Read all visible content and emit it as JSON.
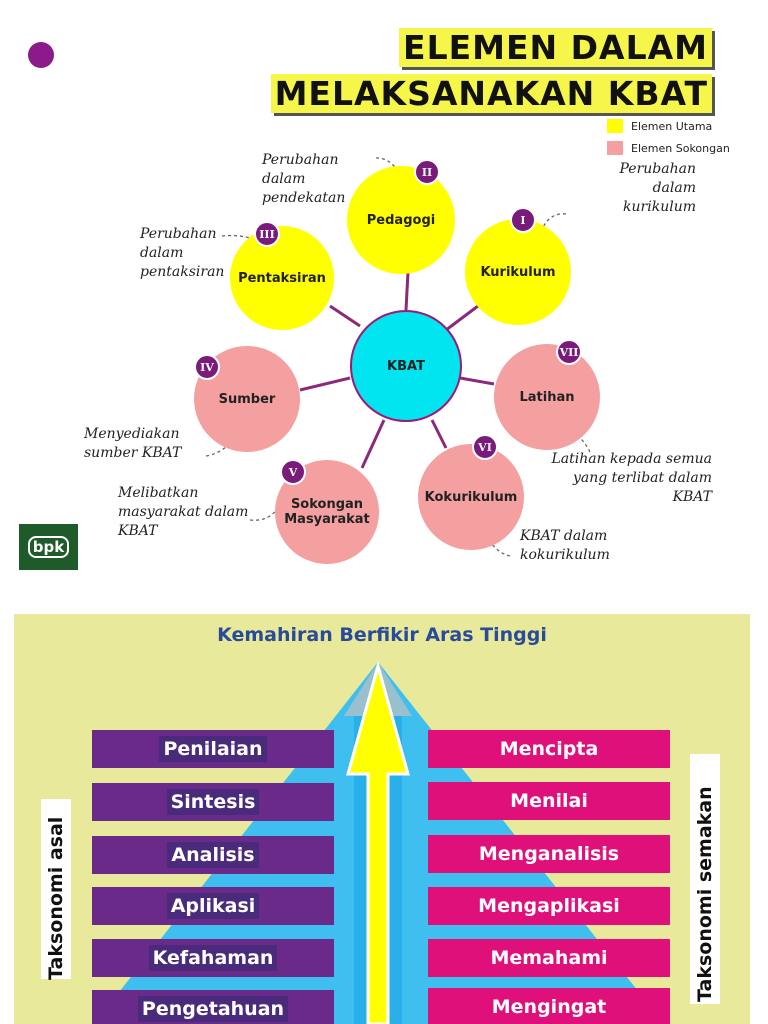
{
  "slide1": {
    "title_line1": "ELEMEN DALAM",
    "title_line2": "MELAKSANAKAN KBAT",
    "legend": [
      {
        "label": "Elemen Utama",
        "color": "#ffff00"
      },
      {
        "label": "Elemen Sokongan",
        "color": "#f4a0a0"
      }
    ],
    "center": "KBAT",
    "elements": [
      {
        "id": "pedagogi",
        "label": "Pedagogi",
        "numeral": "II",
        "type": "utama"
      },
      {
        "id": "kurikulum",
        "label": "Kurikulum",
        "numeral": "I",
        "type": "utama"
      },
      {
        "id": "pentaksiran",
        "label": "Pentaksiran",
        "numeral": "III",
        "type": "utama"
      },
      {
        "id": "sumber",
        "label": "Sumber",
        "numeral": "IV",
        "type": "sokongan"
      },
      {
        "id": "latihan",
        "label": "Latihan",
        "numeral": "VII",
        "type": "sokongan"
      },
      {
        "id": "sokongan",
        "label": "Sokongan\nMasyarakat",
        "numeral": "V",
        "type": "sokongan"
      },
      {
        "id": "kokurikulum",
        "label": "Kokurikulum",
        "numeral": "VI",
        "type": "sokongan"
      }
    ],
    "notes": {
      "pedagogi": "Perubahan\ndalam\npendekatan",
      "kurikulum": "Perubahan dalam\nkurikulum",
      "pentaksiran": "Perubahan\ndalam\npentaksiran",
      "sumber": "Menyediakan\nsumber KBAT",
      "latihan": "Latihan kepada semua\nyang terlibat dalam\nKBAT",
      "sokongan": "Melibatkan\nmasyarakat dalam\nKBAT",
      "kokurikulum": "KBAT dalam\nkokurikulum"
    },
    "logo_text": "bpk"
  },
  "slide2": {
    "title": "Kemahiran Berfikir Aras Tinggi",
    "left_label": "Taksonomi asal",
    "right_label": "Taksonomi semakan",
    "left_levels": [
      "Penilaian",
      "Sintesis",
      "Analisis",
      "Aplikasi",
      "Kefahaman",
      "Pengetahuan"
    ],
    "right_levels": [
      "Mencipta",
      "Menilai",
      "Menganalisis",
      "Mengaplikasi",
      "Memahami",
      "Mengingat"
    ]
  }
}
